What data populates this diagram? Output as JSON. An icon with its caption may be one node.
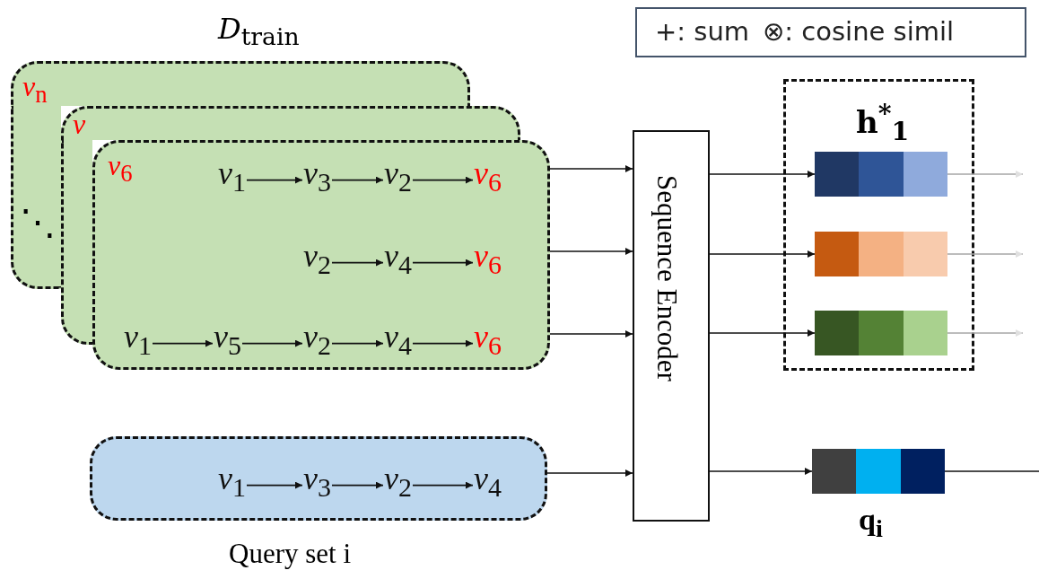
{
  "diagram": {
    "nodes": [
      {
        "text": [
          "*D*$_{train}$",
          "*v*$_{n}$"
        ]
      },
      {
        "text": [
          "*v*"
        ]
      },
      {
        "text": [
          "*v*$_{6}$"
        ]
      },
      {
        "text": [
          "*v*$_{1}$"
        ],
        "in": 2
      },
      {
        "text": [
          "*v*$_{3}$"
        ],
        "in": 2
      },
      {
        "text": [
          "*v*$_{2}$"
        ],
        "in": 2
      },
      {
        "text": [
          "*v*$_{6}$"
        ],
        "in": 2
      },
      {
        "text": [
          "*v*$_{2}$"
        ],
        "in": 2
      },
      {
        "text": [
          "*v*$_{4}$"
        ],
        "in": 2
      },
      {
        "text": [
          "*v*$_{6}$"
        ],
        "in": 2
      },
      {
        "text": [
          "*v*$_{1}$"
        ],
        "in": 2
      },
      {
        "text": [
          "*v*$_{5}$"
        ],
        "in": 2
      },
      {
        "text": [
          "*v*$_{2}$"
        ],
        "in": 2
      },
      {
        "text": [
          "*v*$_{4}$"
        ],
        "in": 2
      },
      {
        "text": [
          "*v*$_{6}$"
        ],
        "in": 2
      },
      {
        "text": [],
        "shape": "box",
        "beside": [
          "Query set i"
        ]
      },
      {
        "text": [
          "*v*$_{1}$"
        ],
        "in": 15
      },
      {
        "text": [
          "*v*$_{3}$"
        ],
        "in": 15
      },
      {
        "text": [
          "*v*$_{2}$"
        ],
        "in": 15
      },
      {
        "text": [
          "*v*$_{4}$"
        ],
        "in": 15
      },
      {
        "text": [
          "Sequence Encoder"
        ]
      },
      {
        "text": [
          "**h**$^{*}$$_{1}$"
        ]
      },
      {
        "text": [],
        "shape": "bar",
        "in": 21
      },
      {
        "text": [],
        "shape": "bar",
        "in": 21
      },
      {
        "text": [],
        "shape": "bar",
        "in": 21
      },
      {
        "text": [],
        "shape": "bar",
        "beside": [
          "**q**$_{i}$"
        ]
      }
    ],
    "edges": [
      {
        "from": 3,
        "to": 4,
        "arrow": "to"
      },
      {
        "from": 4,
        "to": 5,
        "arrow": "to"
      },
      {
        "from": 5,
        "to": 6,
        "arrow": "to"
      },
      {
        "from": 7,
        "to": 8,
        "arrow": "to"
      },
      {
        "from": 8,
        "to": 9,
        "arrow": "to"
      },
      {
        "from": 10,
        "to": 11,
        "arrow": "to"
      },
      {
        "from": 11,
        "to": 12,
        "arrow": "to"
      },
      {
        "from": 12,
        "to": 13,
        "arrow": "to"
      },
      {
        "from": 13,
        "to": 14,
        "arrow": "to"
      },
      {
        "from": 16,
        "to": 17,
        "arrow": "to"
      },
      {
        "from": 17,
        "to": 18,
        "arrow": "to"
      },
      {
        "from": 18,
        "to": 19,
        "arrow": "to"
      },
      {
        "from": 2,
        "to": 20,
        "arrow": "to"
      },
      {
        "from": 2,
        "to": 20,
        "arrow": "to"
      },
      {
        "from": 2,
        "to": 20,
        "arrow": "to"
      },
      {
        "from": 15,
        "to": 20,
        "arrow": "to"
      },
      {
        "from": 20,
        "to": 22,
        "arrow": "to"
      },
      {
        "from": 20,
        "to": 23,
        "arrow": "to"
      },
      {
        "from": 20,
        "to": 24,
        "arrow": "to"
      },
      {
        "from": 20,
        "to": 25,
        "arrow": "to"
      },
      {
        "from": 22,
        "to": null,
        "arrow": "to",
        "color": "#a6a6a6"
      },
      {
        "from": 23,
        "to": null,
        "arrow": "to",
        "color": "#a6a6a6"
      },
      {
        "from": 24,
        "to": null,
        "arrow": "to",
        "color": "#a6a6a6"
      },
      {
        "from": 25,
        "to": null,
        "arrow": "none"
      }
    ],
    "labels": [
      "+: sum",
      "⊗: cosine simil",
      "⋱"
    ]
  }
}
